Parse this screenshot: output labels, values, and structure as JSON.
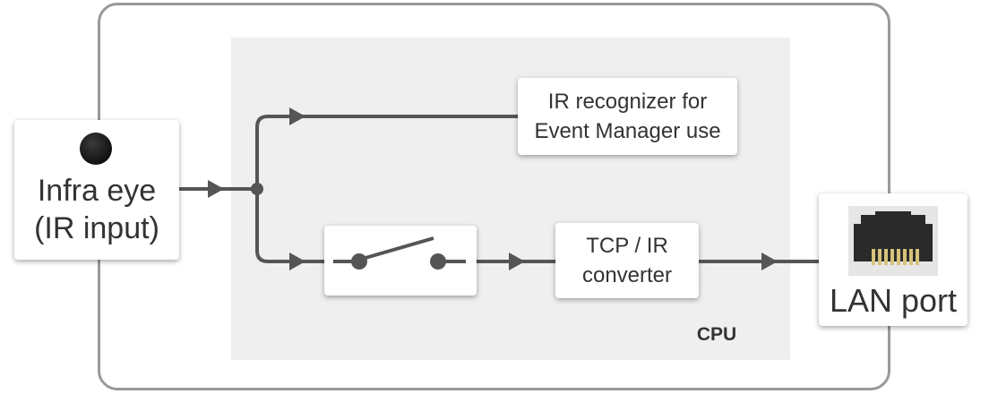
{
  "input_block": {
    "line1": "Infra eye",
    "line2": "(IR input)"
  },
  "recognizer_block": {
    "line1": "IR recognizer for",
    "line2": "Event Manager use"
  },
  "converter_block": {
    "line1": "TCP / IR",
    "line2": "converter"
  },
  "lan_block": {
    "label": "LAN port"
  },
  "cpu": {
    "label": "CPU"
  },
  "icons": [
    "ir-eye-icon",
    "switch-icon",
    "rj45-port-icon"
  ],
  "colors": {
    "line": "#555555",
    "cpu_area": "#efefef",
    "frame": "#999999"
  }
}
